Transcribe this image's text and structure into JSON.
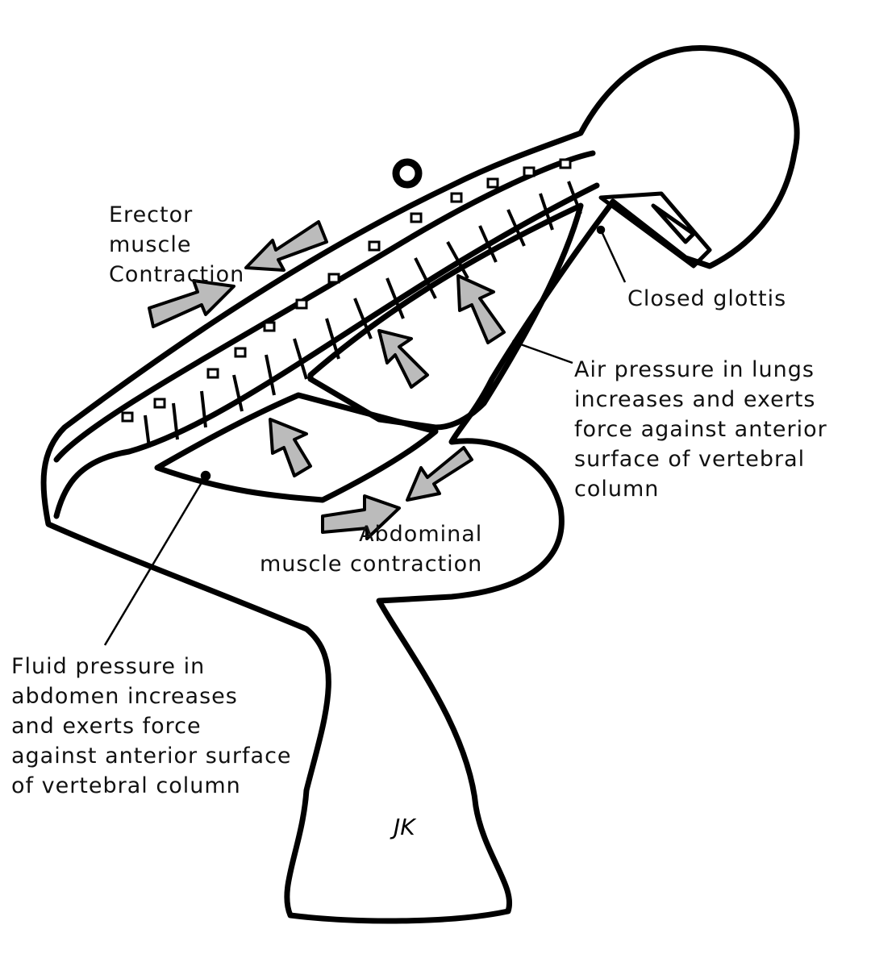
{
  "title": "Valsalva maneuver during lifting",
  "labels": {
    "erector": "Erector\nmuscle\nContraction",
    "glottis": "Closed glottis",
    "air": "Air pressure in lungs\nincreases and exerts\nforce against anterior\nsurface of vertebral\ncolumn",
    "abdominal": "Abdominal\nmuscle contraction",
    "fluid": "Fluid pressure in\nabdomen increases\nand exerts force\nagainst anterior surface\nof vertebral column"
  },
  "signature": "JK"
}
